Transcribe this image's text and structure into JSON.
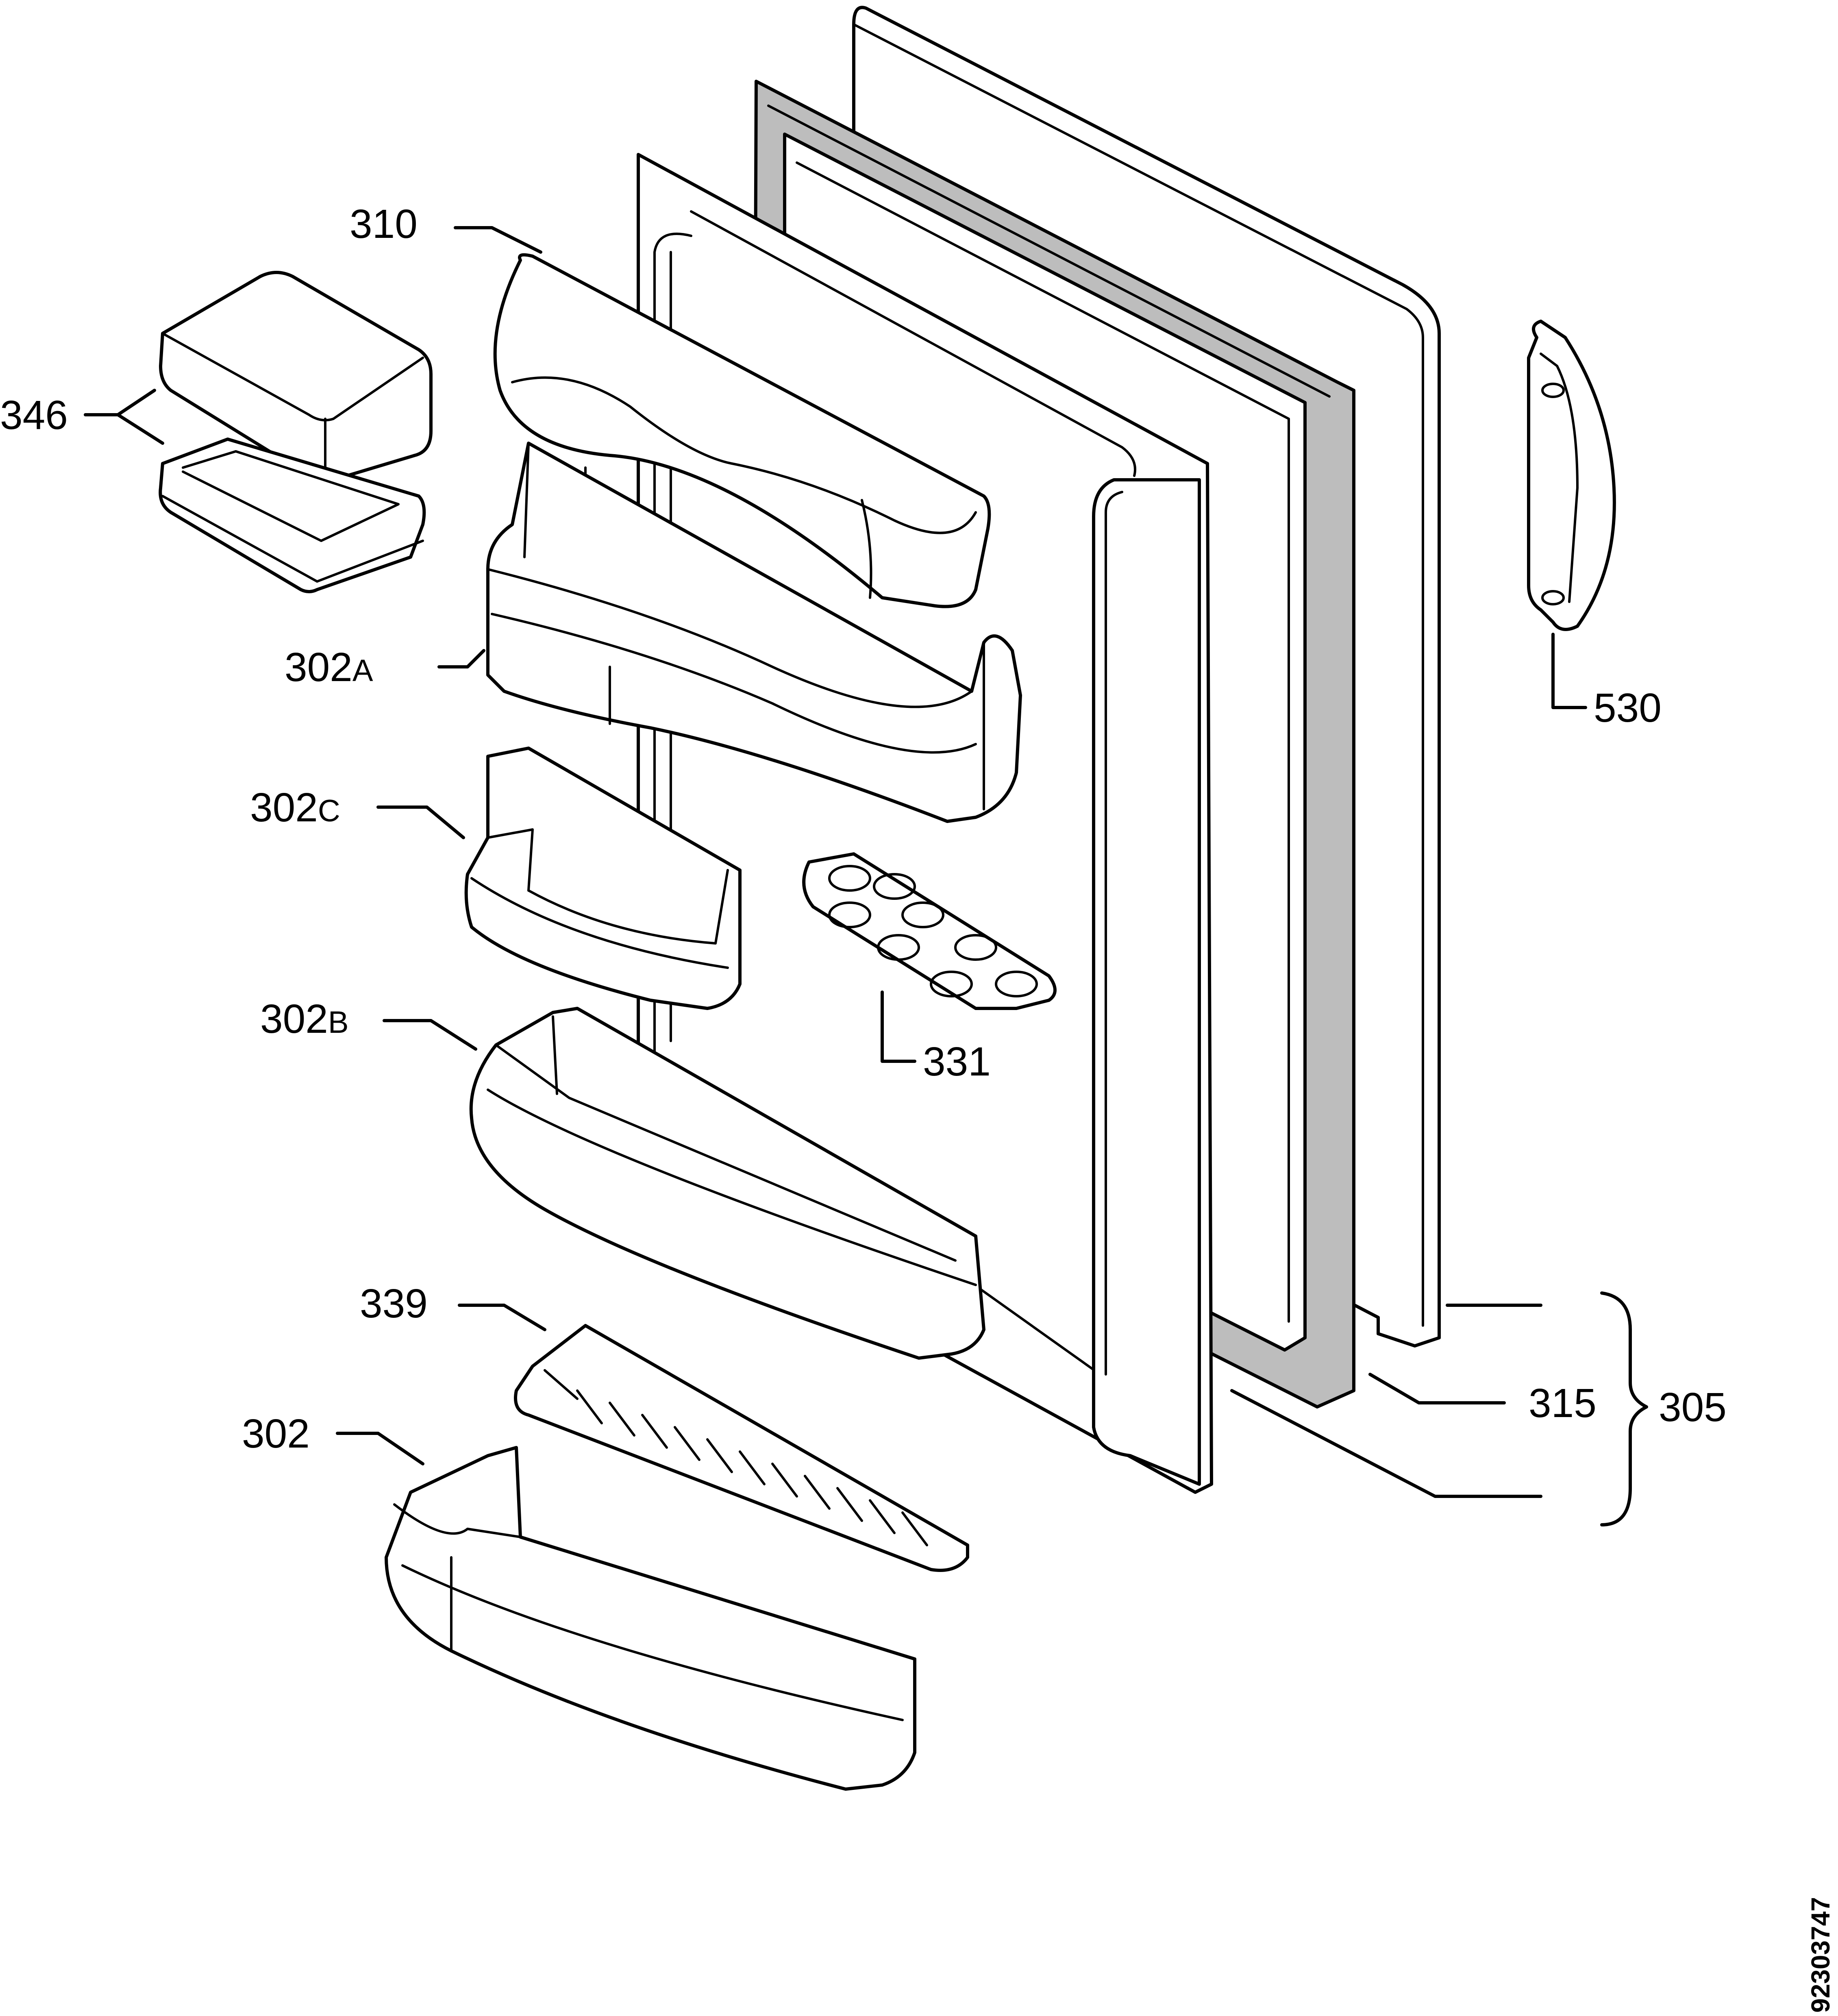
{
  "labels": {
    "p310": "310",
    "p346": "346",
    "p302a_num": "302",
    "p302a_suffix": "A",
    "p302c_num": "302",
    "p302c_suffix": "C",
    "p302b_num": "302",
    "p302b_suffix": "B",
    "p339": "339",
    "p302": "302",
    "p530": "530",
    "p331": "331",
    "p315": "315",
    "p305": "305"
  },
  "drawing_code": "92303747"
}
